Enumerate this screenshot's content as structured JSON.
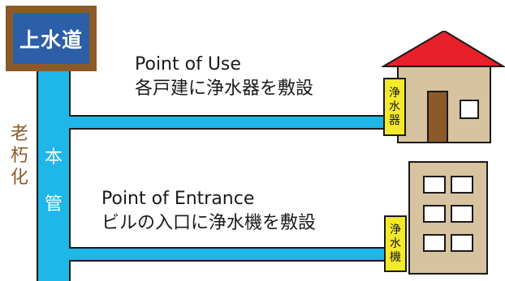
{
  "supply": {
    "label": "上水道"
  },
  "main_pipe": {
    "label_chars": [
      "本",
      "管"
    ]
  },
  "aging": {
    "label_chars": [
      "老",
      "朽",
      "化"
    ]
  },
  "point_of_use": {
    "title": "Point of Use",
    "subtitle": "各戸建に浄水器を敷設",
    "filter_chars": [
      "浄",
      "水",
      "器"
    ]
  },
  "point_of_entrance": {
    "title": "Point of Entrance",
    "subtitle": "ビルの入口に浄水機を敷設",
    "filter_chars": [
      "浄",
      "水",
      "機"
    ]
  },
  "colors": {
    "supply_box_bg": "#2c5fa8",
    "supply_box_border": "#8c5a28",
    "pipe": "#1fb6e8",
    "roof": "#e8202a",
    "building": "#d8c3a0",
    "door": "#8c5a28",
    "filter": "#f4e92a",
    "aging_text": "#8c5a28"
  }
}
